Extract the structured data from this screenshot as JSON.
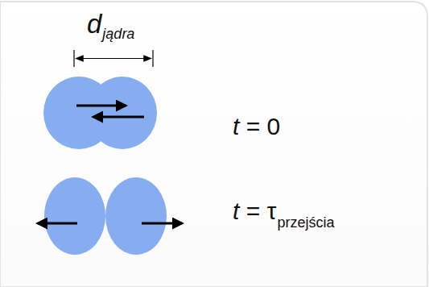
{
  "diagram": {
    "labels": [
      "d",
      "jądra",
      "t = 0",
      "t = τ",
      "przejścia"
    ]
  }
}
